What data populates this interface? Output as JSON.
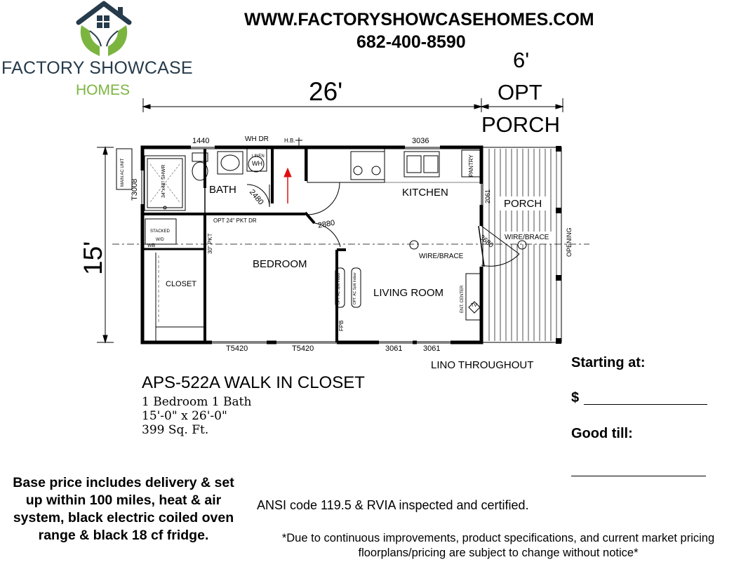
{
  "brand": {
    "name_line1": "FACTORY SHOWCASE",
    "name_line2": "HOMES",
    "colors": {
      "navy": "#263b4b",
      "green": "#7bb540"
    },
    "logo_icon": "house-hands-icon"
  },
  "header": {
    "website": "WWW.FACTORYSHOWCASEHOMES.COM",
    "phone": "682-400-8590"
  },
  "dimensions": {
    "width": "26'",
    "porch_width": "6'",
    "porch_opt": "OPT",
    "porch_label": "PORCH",
    "depth": "15'"
  },
  "floorplan": {
    "rooms": {
      "bath": "BATH",
      "kitchen": "KITCHEN",
      "porch": "PORCH",
      "bedroom": "BEDROOM",
      "closet": "CLOSET",
      "living": "LIVING ROOM"
    },
    "labels": {
      "w1440": "1440",
      "wh_dr": "WH DR",
      "hb": "H.B.",
      "w3036": "3036",
      "pantry": "PANTRY",
      "main_ac": "MAIN AC UNIT",
      "t3008": "T3008",
      "shower": "34\"x48\" SHWR",
      "linen": "LINEN",
      "wh": "WH",
      "d2480": "2480",
      "d2061": "2061",
      "opt_pkt": "OPT 24\" PKT DR",
      "d2880": "2880",
      "stacked": "STACKED",
      "wd": "W/D",
      "wb": "WB",
      "pkt30": "30\" PKT",
      "d3680": "3680",
      "wire_brace_porch": "WIRE/BRACE",
      "wire_brace": "WIRE/BRACE",
      "opening": "OPENING",
      "ac_split_1": "OPT. AC Split Indoor",
      "ac_split_2": "OPT. AC Split Indoor",
      "ent_center": "ENT. CENTER",
      "tv": "TV",
      "fpb": "FPB",
      "t5420_a": "T5420",
      "t5420_b": "T5420",
      "w3061_a": "3061",
      "w3061_b": "3061"
    },
    "lino": "LINO THROUGHOUT"
  },
  "model": {
    "name": "APS-522A  WALK IN CLOSET",
    "beds_baths": "1 Bedroom 1 Bath",
    "size": "15'-0\" x 26'-0\"",
    "sqft": "399  Sq. Ft."
  },
  "pricing": {
    "starting_at": "Starting at:",
    "dollar": "$",
    "good_till": "Good till:"
  },
  "base_price": "Base price includes delivery & set up within 100 miles, heat & air system, black electric coiled oven range & black 18 cf fridge.",
  "ansi": "ANSI code 119.5 & RVIA inspected and certified.",
  "disclaimer": "*Due to continuous improvements, product specifications, and current market pricing floorplans/pricing are subject to change without notice*"
}
